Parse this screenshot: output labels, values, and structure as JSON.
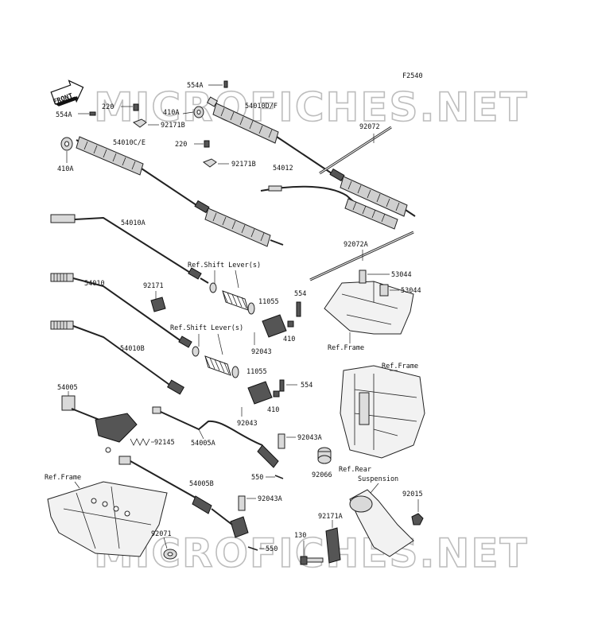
{
  "figure_code": "F2540",
  "watermark": "MICROFICHES.NET",
  "front_label": "FRONT",
  "labels": {
    "p554A_top": "554A",
    "p554A_left": "554A",
    "p220_a": "220",
    "p220_b": "220",
    "p410A_a": "410A",
    "p410A_b": "410A",
    "p92171B_a": "92171B",
    "p92171B_b": "92171B",
    "p54010DF": "54010D/F",
    "p54010CE": "54010C/E",
    "p92072": "92072",
    "p54012": "54012",
    "p54010A": "54010A",
    "p92072A": "92072A",
    "p53044_a": "53044",
    "p53044_b": "53044",
    "ref_shift_1": "Ref.Shift Lever(s)",
    "ref_shift_2": "Ref.Shift Lever(s)",
    "p54010": "54010",
    "p92171": "92171",
    "p11055_a": "11055",
    "p11055_b": "11055",
    "p554_a": "554",
    "p554_b": "554",
    "p410_a": "410",
    "p410_b": "410",
    "p92043_a": "92043",
    "p92043_b": "92043",
    "ref_frame_1": "Ref.Frame",
    "ref_frame_2": "Ref.Frame",
    "ref_frame_3": "Ref.Frame",
    "p54010B": "54010B",
    "p54005": "54005",
    "p92145": "92145",
    "p54005A": "54005A",
    "p92043A_a": "92043A",
    "p92043A_b": "92043A",
    "p550_a": "550",
    "p550_b": "550",
    "p92066": "92066",
    "ref_rear_1": "Ref.Rear",
    "ref_rear_2": "Suspension",
    "p92015": "92015",
    "p54005B": "54005B",
    "p92171A": "92171A",
    "p130": "130",
    "p92071": "92071"
  }
}
